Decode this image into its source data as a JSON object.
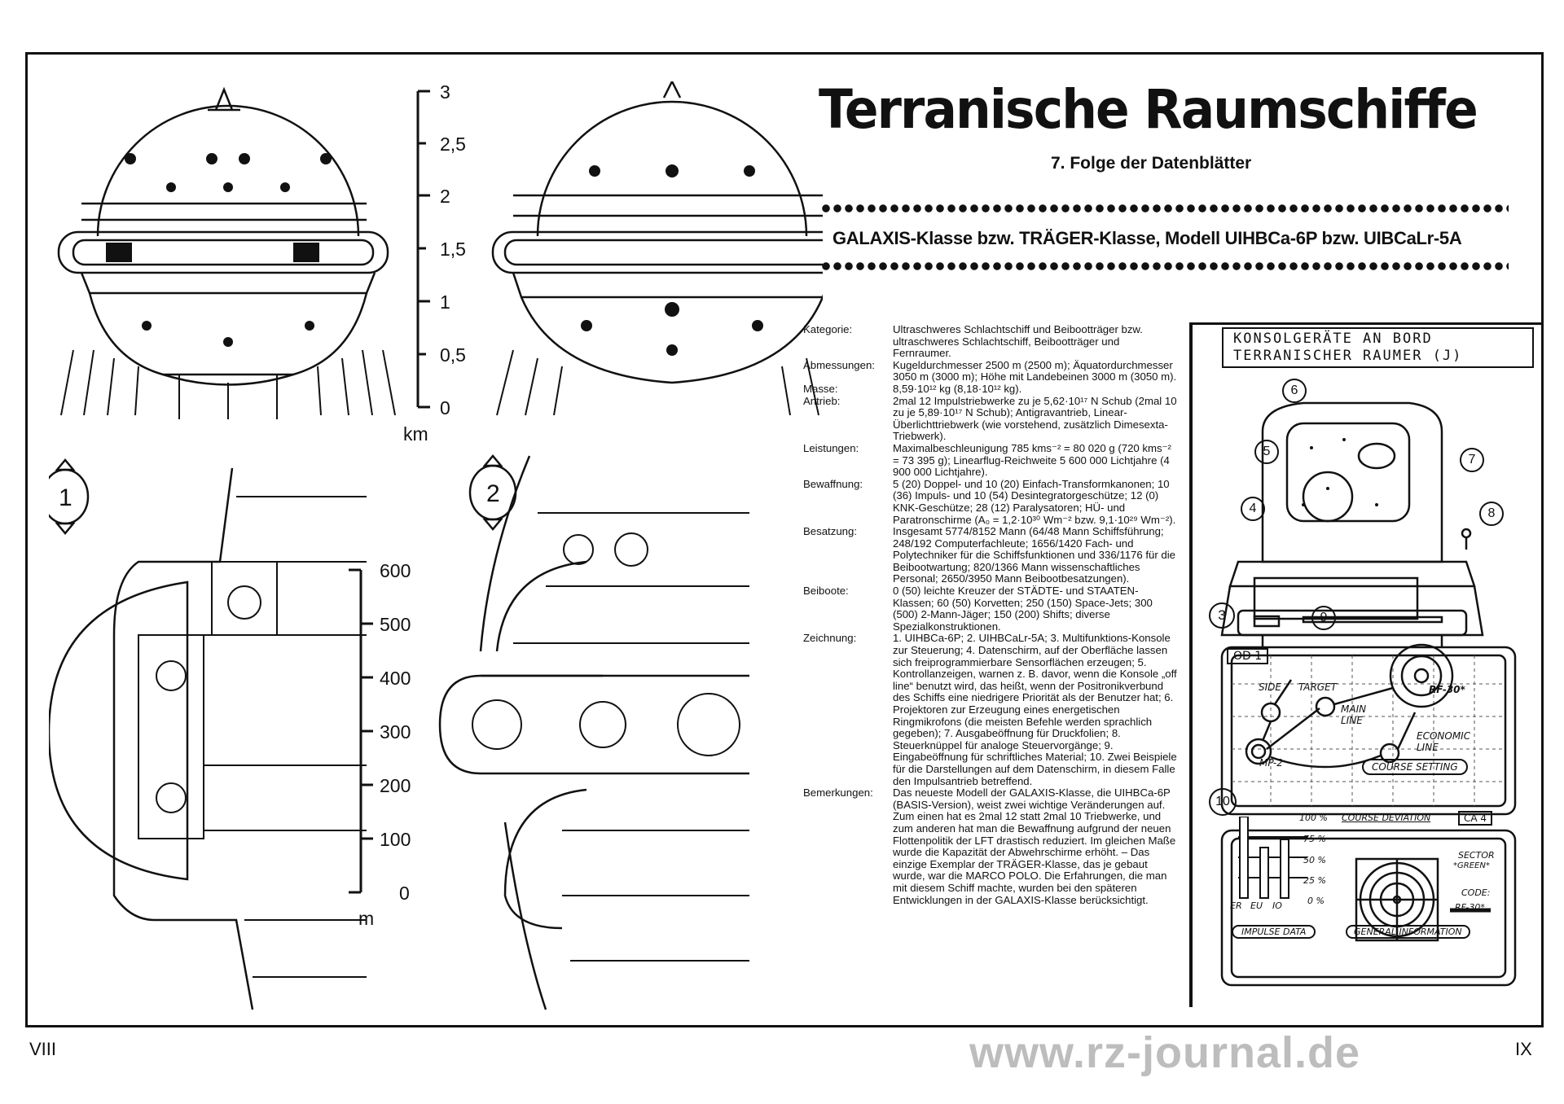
{
  "header": {
    "title": "Terranische Raumschiffe",
    "subtitle": "7. Folge der Datenblätter",
    "model": "GALAXIS-Klasse bzw. TRÄGER-Klasse, Modell UIHBCa-6P bzw. UIBCaLr-5A"
  },
  "specs": [
    {
      "label": "Kategorie:",
      "value": "Ultraschweres Schlachtschiff und Beibootträger bzw. ultraschweres Schlachtschiff, Beibootträger und Fernraumer."
    },
    {
      "label": "Abmessungen:",
      "value": "Kugeldurchmesser 2500 m (2500 m); Äquatordurchmesser 3050 m (3000 m); Höhe mit Landebeinen 3000 m (3050 m)."
    },
    {
      "label": "Masse:",
      "value": "8,59·10¹² kg (8,18·10¹² kg)."
    },
    {
      "label": "Antrieb:",
      "value": "2mal 12 Impulstriebwerke zu je 5,62·10¹⁷ N Schub (2mal 10 zu je 5,89·10¹⁷ N Schub); Antigravantrieb, Linear-Überlichttriebwerk (wie vorstehend, zusätzlich Dimesexta-Triebwerk)."
    },
    {
      "label": "Leistungen:",
      "value": "Maximalbeschleunigung 785 kms⁻² = 80 020 g (720 kms⁻² = 73 395 g); Linearflug-Reichweite 5 600 000 Lichtjahre (4 900 000 Lichtjahre)."
    },
    {
      "label": "Bewaffnung:",
      "value": "5 (20) Doppel- und 10 (20) Einfach-Transformkanonen; 10 (36) Impuls- und 10 (54) Desintegratorgeschütze; 12 (0) KNK-Geschütze; 28 (12) Paralysatoren; HÜ- und Paratronschirme (A₀ = 1,2·10³⁰ Wm⁻² bzw. 9,1·10²⁹ Wm⁻²)."
    },
    {
      "label": "Besatzung:",
      "value": "Insgesamt 5774/8152 Mann (64/48 Mann Schiffsführung; 248/192 Computerfachleute; 1656/1420 Fach- und Polytechniker für die Schiffsfunktionen und 336/1176 für die Beibootwartung; 820/1366 Mann wissenschaftliches Personal; 2650/3950 Mann Beibootbesatzungen)."
    },
    {
      "label": "Beiboote:",
      "value": "0 (50) leichte Kreuzer der STÄDTE- und STAATEN-Klassen; 60 (50) Korvetten; 250 (150) Space-Jets; 300 (500) 2-Mann-Jäger; 150 (200) Shifts; diverse Spezialkonstruktionen."
    },
    {
      "label": "Zeichnung:",
      "value": "1. UIHBCa-6P; 2. UIHBCaLr-5A; 3. Multifunktions-Konsole zur Steuerung; 4. Datenschirm, auf der Oberfläche lassen sich freiprogrammierbare Sensorflächen erzeugen; 5. Kontrollanzeigen, warnen z. B. davor, wenn die Konsole „off line“ benutzt wird, das heißt, wenn der Positronikverbund des Schiffs eine niedrigere Priorität als der Benutzer hat; 6. Projektoren zur Erzeugung eines energetischen Ringmikrofons (die meisten Befehle werden sprachlich gegeben); 7. Ausgabeöffnung für Druckfolien; 8. Steuerknüppel für analoge Steuervorgänge; 9. Eingabeöffnung für schriftliches Material; 10. Zwei Beispiele für die Darstellungen auf dem Datenschirm, in diesem Falle den Impulsantrieb betreffend."
    },
    {
      "label": "Bemerkungen:",
      "value": "Das neueste Modell der GALAXIS-Klasse, die UIHBCa-6P (BASIS-Version), weist zwei wichtige Veränderungen auf. Zum einen hat es 2mal 12 statt 2mal 10 Triebwerke, und zum anderen hat man die Bewaffnung aufgrund der neuen Flottenpolitik der LFT drastisch reduziert. Im gleichen Maße wurde die Kapazität der Abwehrschirme erhöht. – Das einzige Exemplar der TRÄGER-Klasse, das je gebaut wurde, war die MARCO POLO. Die Erfahrungen, die man mit diesem Schiff machte, wurden bei den späteren Entwicklungen in der GALAXIS-Klasse berücksichtigt."
    }
  ],
  "km_scale": {
    "labels": [
      "3",
      "2,5",
      "2",
      "1,5",
      "1",
      "0,5",
      "0"
    ],
    "unit": "km"
  },
  "m_scale": {
    "labels": [
      "600",
      "500",
      "400",
      "300",
      "200",
      "100",
      "0"
    ],
    "unit": "m"
  },
  "drawing_labels": [
    "1",
    "2"
  ],
  "console": {
    "title_line1": "KONSOLGERÄTE  AN  BORD",
    "title_line2": "TERRANISCHER  RAUMER  (J)",
    "callouts": [
      "3",
      "4",
      "5",
      "6",
      "7",
      "8",
      "9",
      "10"
    ],
    "screen1": {
      "id": "OD 1",
      "side": "SIDE",
      "target": "TARGET",
      "main_line": "MAIN LINE",
      "economic_line": "ECONOMIC LINE",
      "rf": "RF-30*",
      "mp": "MP-2",
      "button": "COURSE SETTING"
    },
    "screen2": {
      "id": "CA 4",
      "pct": [
        "100 %",
        "75 %",
        "50 %",
        "25 %",
        "0 %"
      ],
      "bars": [
        "ER",
        "EU",
        "IO"
      ],
      "bar_values": [
        100,
        62,
        72
      ],
      "heading": "COURSE DEVIATION",
      "sector": "SECTOR",
      "green": "*GREEN*",
      "code": "CODE:",
      "code_val": "RF-30*",
      "btn1": "IMPULSE DATA",
      "btn2": "GENERAL INFORMATION"
    }
  },
  "footer": {
    "page_left": "VIII",
    "page_right": "IX",
    "watermark": "www.rz-journal.de"
  }
}
